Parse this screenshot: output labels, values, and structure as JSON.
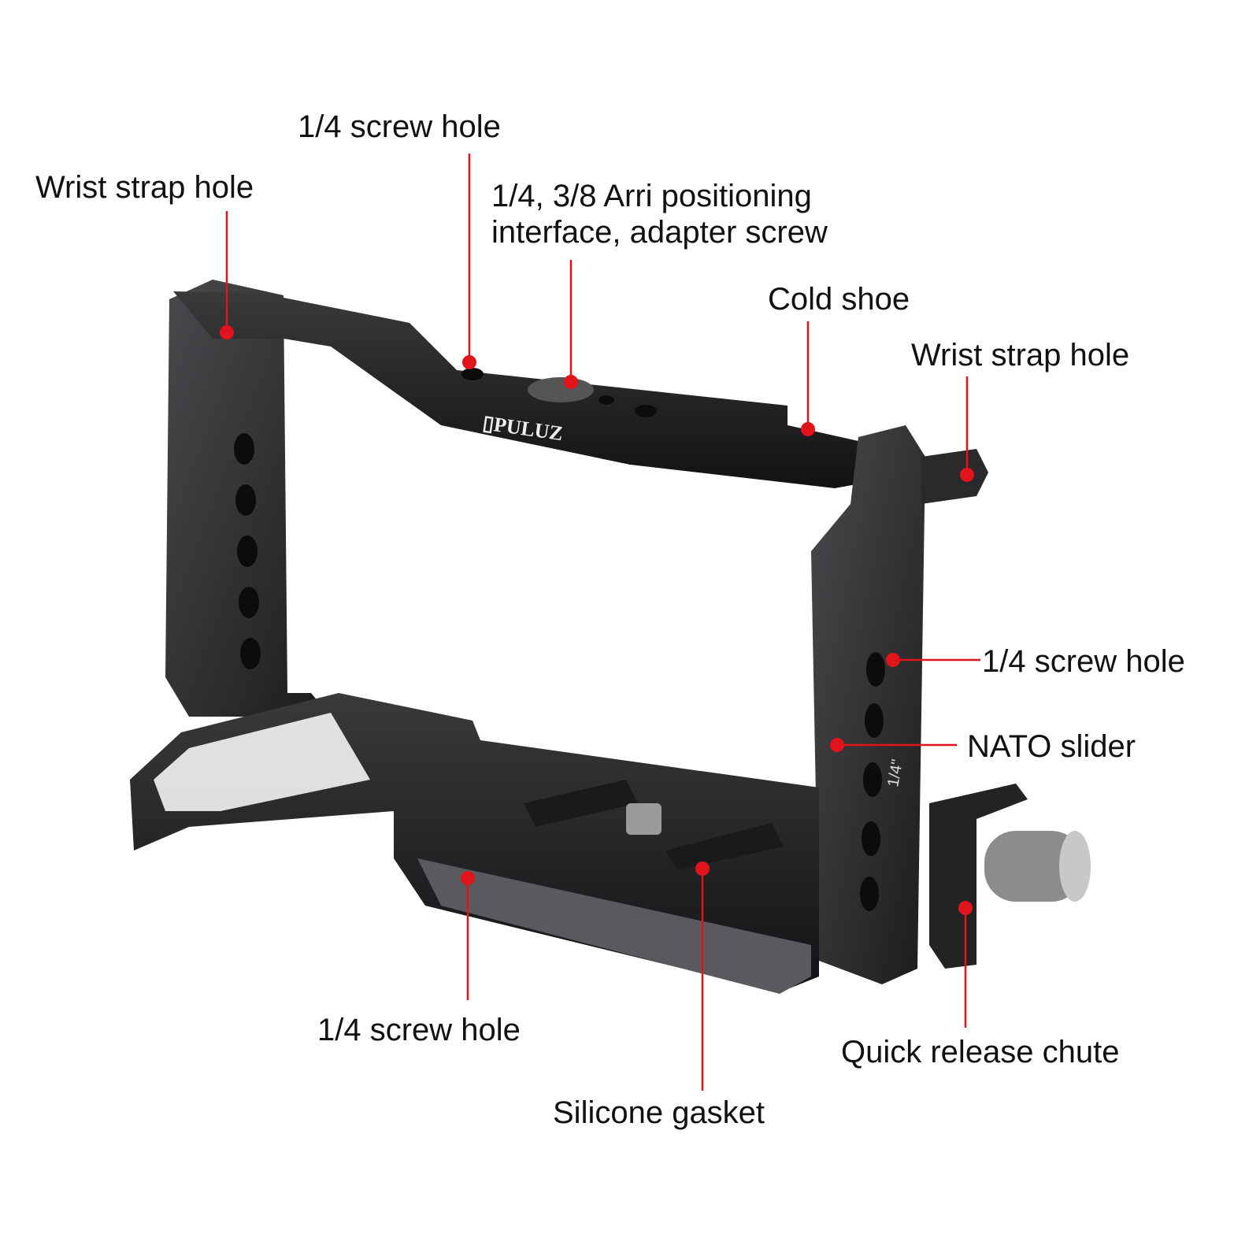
{
  "brand_logo": "PULUZ",
  "colors": {
    "callout": "#e0141a",
    "cage": "#2a2a2c",
    "background": "#ffffff"
  },
  "callouts": [
    {
      "label": "Wrist strap hole"
    },
    {
      "label": "1/4 screw hole"
    },
    {
      "label": "1/4, 3/8 Arri positioning",
      "label2": "interface, adapter screw"
    },
    {
      "label": "Cold shoe"
    },
    {
      "label": "Wrist strap hole"
    },
    {
      "label": "1/4 screw hole"
    },
    {
      "label": "NATO slider"
    },
    {
      "label": "1/4 screw hole"
    },
    {
      "label": "Silicone gasket"
    },
    {
      "label": "Quick release chute"
    }
  ],
  "side_marking": "1/4\""
}
